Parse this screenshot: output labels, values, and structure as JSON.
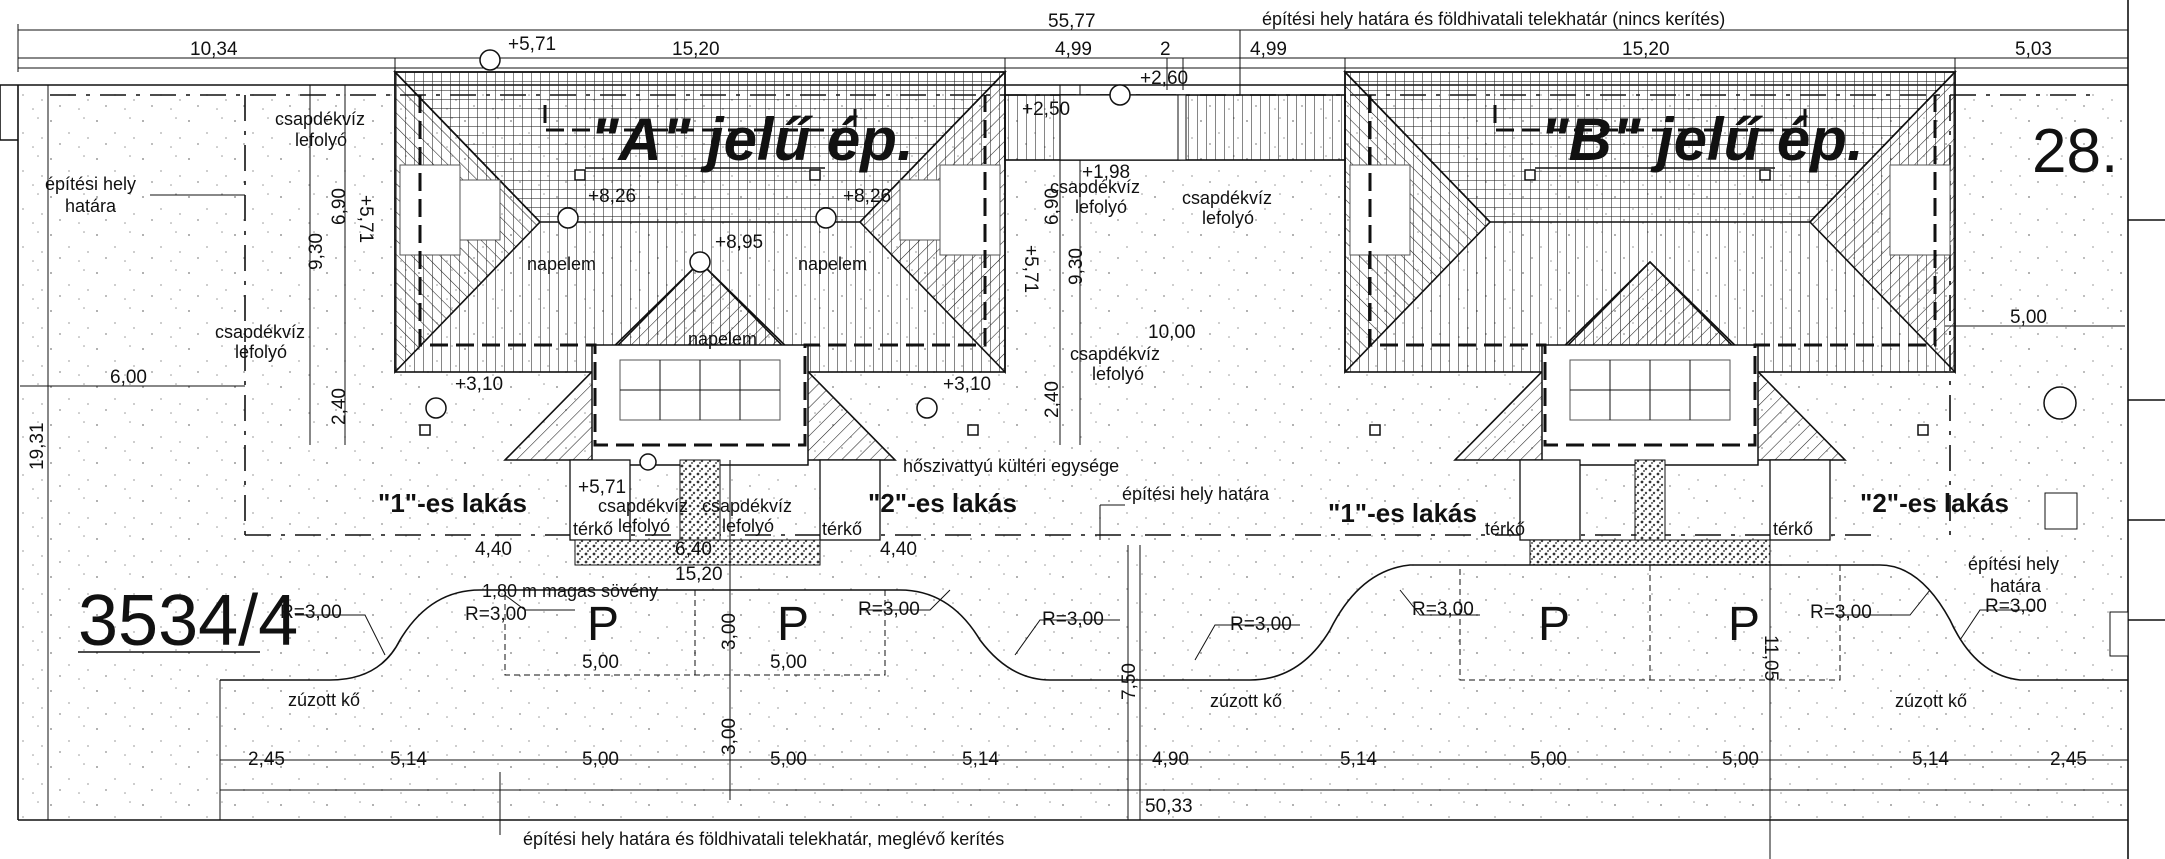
{
  "dimensions": {
    "total_width": "55,77",
    "left_offset": "10,34",
    "building_a_width": "15,20",
    "gap_1": "4,99",
    "gap_2": "2",
    "gap_3": "4,99",
    "building_b_width": "15,20",
    "right_offset": "5,03",
    "left_setback": "6,00",
    "right_setback": "5,00",
    "total_depth": "19,31",
    "depth_930_a": "9,30",
    "depth_690_a": "6,90",
    "depth_240_a": "2,40",
    "depth_690_mid": "6,90",
    "depth_930_mid": "9,30",
    "depth_240_mid": "2,40",
    "depth_571_a": "+5,71",
    "depth_571_mid": "+5,71",
    "mid_10": "10,00",
    "terrace_440_a": "4,40",
    "terrace_640": "6,40",
    "terrace_440_b": "4,40",
    "front_1520": "15,20",
    "park_500_a": "5,00",
    "park_500_b": "5,00",
    "park_300": "3,00",
    "drive_300": "3,00",
    "road_750": "7,50",
    "b_1105": "11,05",
    "bot_245_a": "2,45",
    "bot_514_a": "5,14",
    "bot_500_a": "5,00",
    "bot_500_b": "5,00",
    "bot_514_b": "5,14",
    "bot_490": "4,90",
    "bot_514_c": "5,14",
    "bot_500_c": "5,00",
    "bot_500_d": "5,00",
    "bot_514_d": "5,14",
    "bot_245_b": "2,45",
    "bot_total": "50,33"
  },
  "levels": {
    "top_a": "+5,71",
    "ridge_left": "+8,26",
    "ridge_right": "+8,26",
    "ridge_top": "+8,95",
    "corner_left": "+3,10",
    "corner_right": "+3,10",
    "porch": "+5,71",
    "mid_250": "+2,50",
    "mid_260": "+2,60",
    "mid_198": "+1,98"
  },
  "radii": {
    "r1": "R=3,00",
    "r2": "R=3,00",
    "r3": "R=3,00",
    "r4": "R=3,00",
    "r5": "R=3,00",
    "r6": "R=3,00",
    "r7": "R=3,00",
    "r8": "R=3,00"
  },
  "labels": {
    "boundary_top": "építési hely határa és földhivatali telekhatár (nincs kerítés)",
    "boundary_bottom": "építési hely határa és földhivatali telekhatár, meglévő kerítés",
    "building_a": "\"A\" jelű ép.",
    "building_b": "\"B\" jelű ép.",
    "lot_number": "28.",
    "parcel_number": "3534/4",
    "flat_a1": "\"1\"-es lakás",
    "flat_a2": "\"2\"-es lakás",
    "flat_b1": "\"1\"-es lakás",
    "flat_b2": "\"2\"-es lakás",
    "build_area_l1": "építési hely",
    "build_area_l2": "határa",
    "build_area_mid": "építési hely határa",
    "build_area_r1": "építési hely",
    "build_area_r2": "határa",
    "gutter1a": "csapdékvíz",
    "gutter1b": "lefolyó",
    "gutter2a": "csapdékvíz",
    "gutter2b": "lefolyó",
    "gutter3a": "csapdékvíz",
    "gutter3b": "lefolyó",
    "gutter4a": "csapdékvíz",
    "gutter4b": "lefolyó",
    "gutter5a": "csapdékvíz",
    "gutter5b": "lefolyó",
    "gutter6a": "csapdékvíz",
    "gutter6b": "lefolyó",
    "gutter7a": "csapdékvíz",
    "gutter7b": "lefolyó",
    "solar1": "napelem",
    "solar2": "napelem",
    "solar3": "napelem",
    "heatpump": "hőszivattyú kültéri egysége",
    "terrace1": "térkő",
    "terrace2": "térkő",
    "terrace3": "térkő",
    "terrace4": "térkő",
    "hedge": "1,80 m magas sövény",
    "gravel1": "zúzott kő",
    "gravel2": "zúzott kő",
    "gravel3": "zúzott kő",
    "p1": "P",
    "p2": "P",
    "p3": "P",
    "p4": "P"
  }
}
